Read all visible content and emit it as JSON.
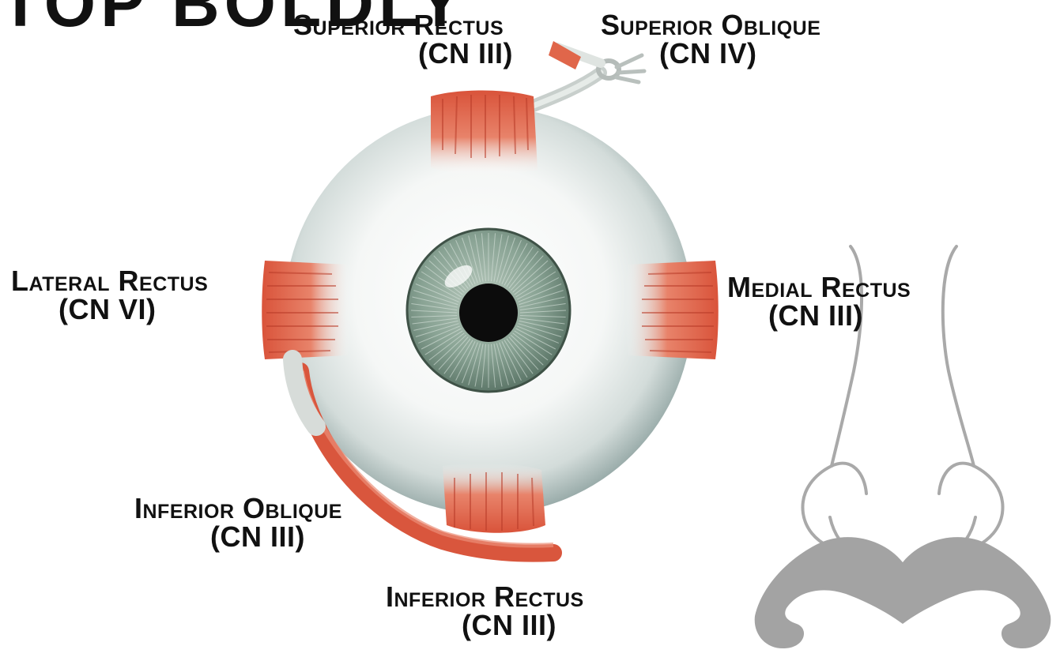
{
  "labels": {
    "superior_rectus": {
      "name": "Superior Rectus",
      "nerve": "(CN III)"
    },
    "superior_oblique": {
      "name": "Superior Oblique",
      "nerve": "(CN IV)"
    },
    "lateral_rectus": {
      "name": "Lateral Rectus",
      "nerve": "(CN VI)"
    },
    "medial_rectus": {
      "name": "Medial Rectus",
      "nerve": "(CN III)"
    },
    "inferior_oblique": {
      "name": "Inferior Oblique",
      "nerve": "(CN III)"
    },
    "inferior_rectus": {
      "name": "Inferior Rectus",
      "nerve": "(CN III)"
    }
  },
  "colors": {
    "muscle": "#e0664a",
    "muscle_dark": "#c4432e",
    "sclera": "#f4f6f4",
    "sclera_shadow": "#9fb0ae",
    "iris": "#7f9a8a",
    "pupil": "#0c0c0c",
    "tendon": "#cfd5d2",
    "nose_outline": "#a9a9a9",
    "mustache": "#a3a3a3",
    "label_text": "#111111"
  }
}
